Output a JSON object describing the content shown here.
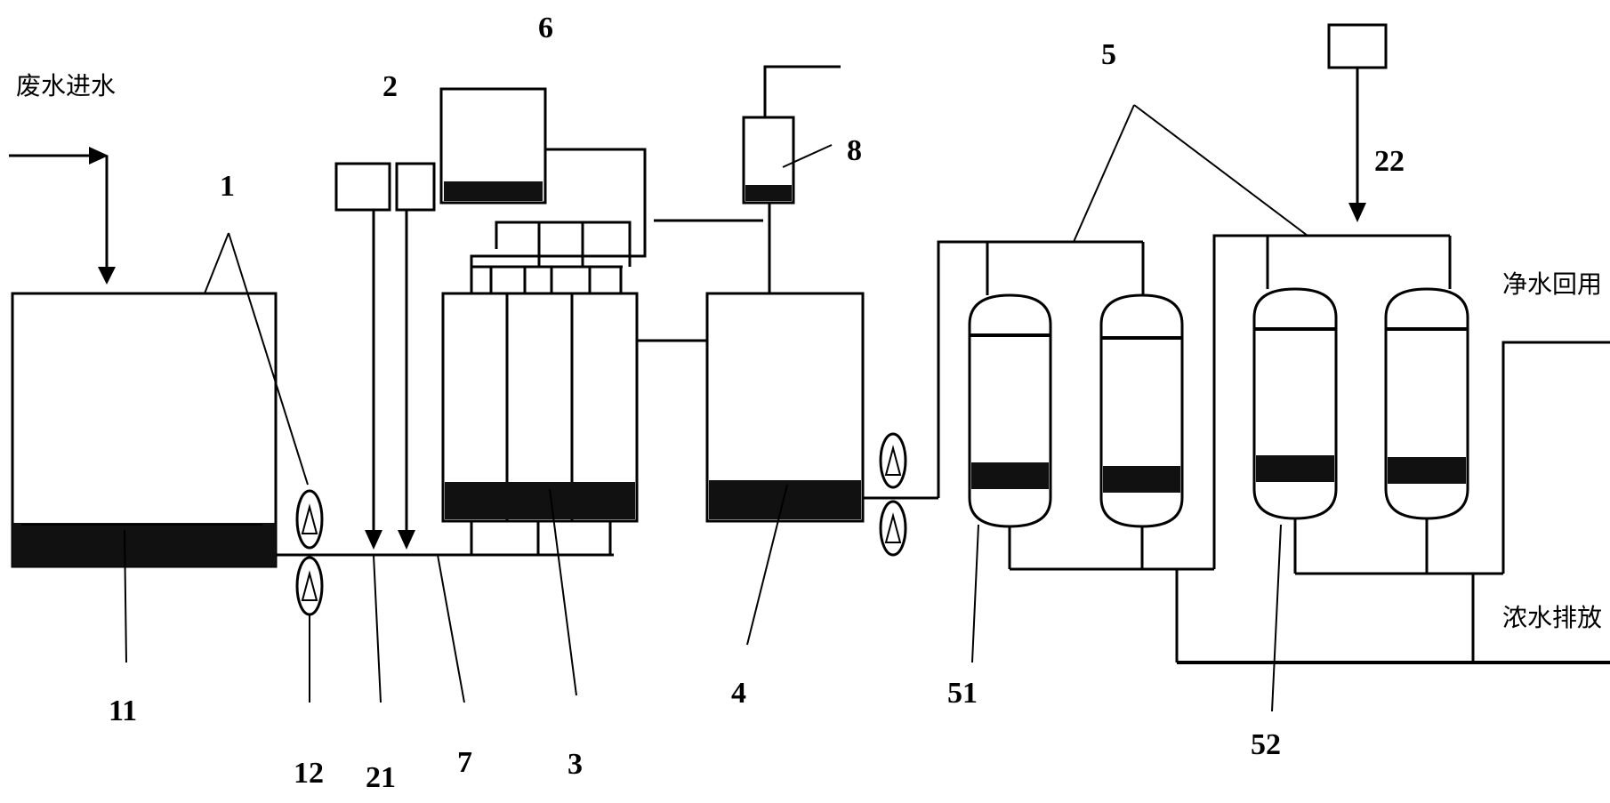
{
  "labels": {
    "inlet": "废水进水",
    "clean_reuse": "净水回用",
    "concentrate_discharge": "浓水排放"
  },
  "numbers": {
    "n1": "1",
    "n2": "2",
    "n3": "3",
    "n4": "4",
    "n5": "5",
    "n6": "6",
    "n7": "7",
    "n8": "8",
    "n11": "11",
    "n12": "12",
    "n21": "21",
    "n22": "22",
    "n51": "51",
    "n52": "52"
  },
  "colors": {
    "line": "#000000",
    "background": "#ffffff"
  }
}
